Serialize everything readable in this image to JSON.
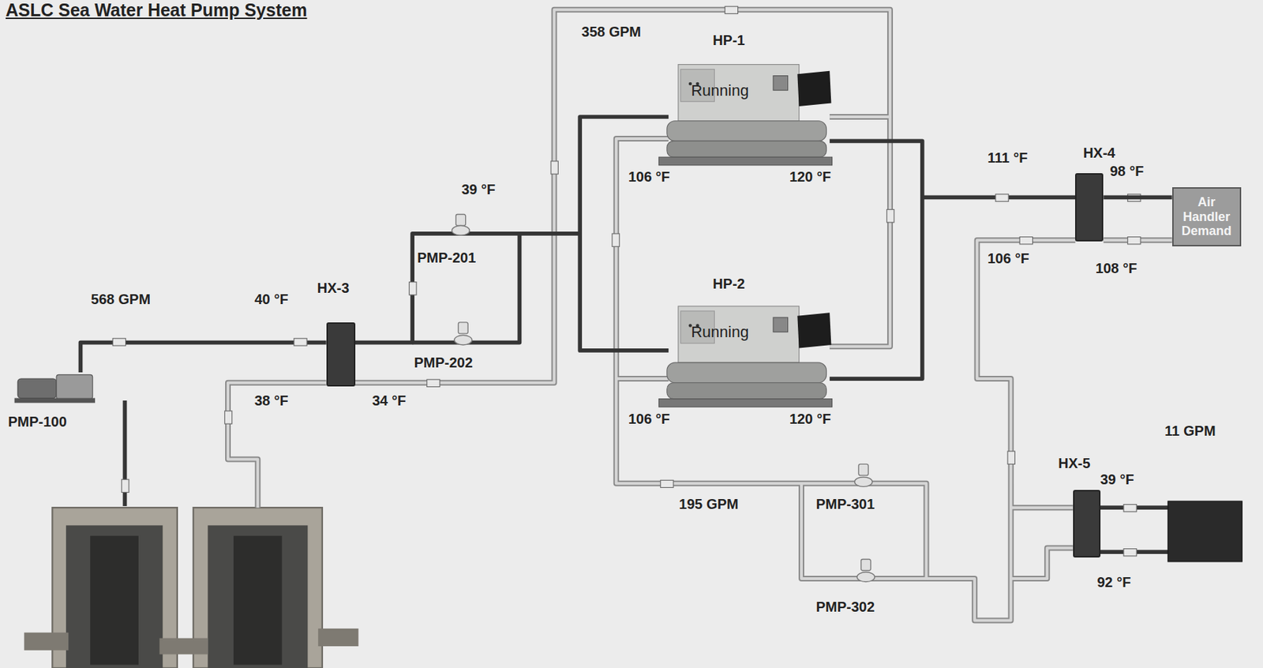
{
  "diagram": {
    "title": "ASLC Sea Water Heat Pump System",
    "nodes": [
      {
        "text": [
          "HP-1",
          "Running"
        ]
      },
      {
        "text": [
          "HX-4"
        ]
      },
      {
        "text": [
          "Air Handler Demand"
        ]
      },
      {
        "text": [
          "HX-3"
        ]
      },
      {
        "text": [
          "HP-2",
          "Running"
        ]
      },
      {
        "text": [
          "HX-5"
        ]
      }
    ],
    "edges": [
      {
        "from": 1,
        "to": 2,
        "arrow": "none"
      }
    ],
    "labels": [
      "358 GPM",
      "39 °F",
      "568 GPM",
      "40 °F",
      "PMP-201",
      "PMP-202",
      "38 °F",
      "34 °F",
      "PMP-100",
      "106 °F",
      "120 °F",
      "106 °F",
      "120 °F",
      "111 °F",
      "98 °F",
      "106 °F",
      "108 °F",
      "11 GPM",
      "39 °F",
      "92 °F",
      "195 GPM",
      "PMP-301",
      "PMP-302"
    ]
  }
}
